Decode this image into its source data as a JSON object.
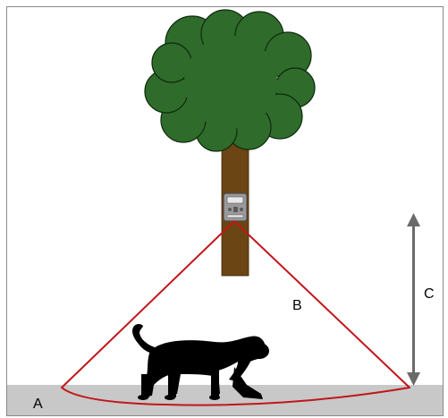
{
  "labels": {
    "a": "A",
    "b": "B",
    "c": "C"
  },
  "colors": {
    "border": "#8a8a8a",
    "ground": "#c8c8c8",
    "foliage": "#2f6b2b",
    "foliage_outline": "#0f2a0d",
    "trunk": "#6b4513",
    "camera_body": "#9a9a9a",
    "detection_zone": "#c0161b",
    "arrow": "#6a6a6a",
    "animal": "#000000"
  },
  "icons": {
    "tree": "tree-icon",
    "camera": "trail-camera-icon",
    "animal": "big-cat-silhouette-icon",
    "arrow": "double-headed-arrow-icon"
  }
}
